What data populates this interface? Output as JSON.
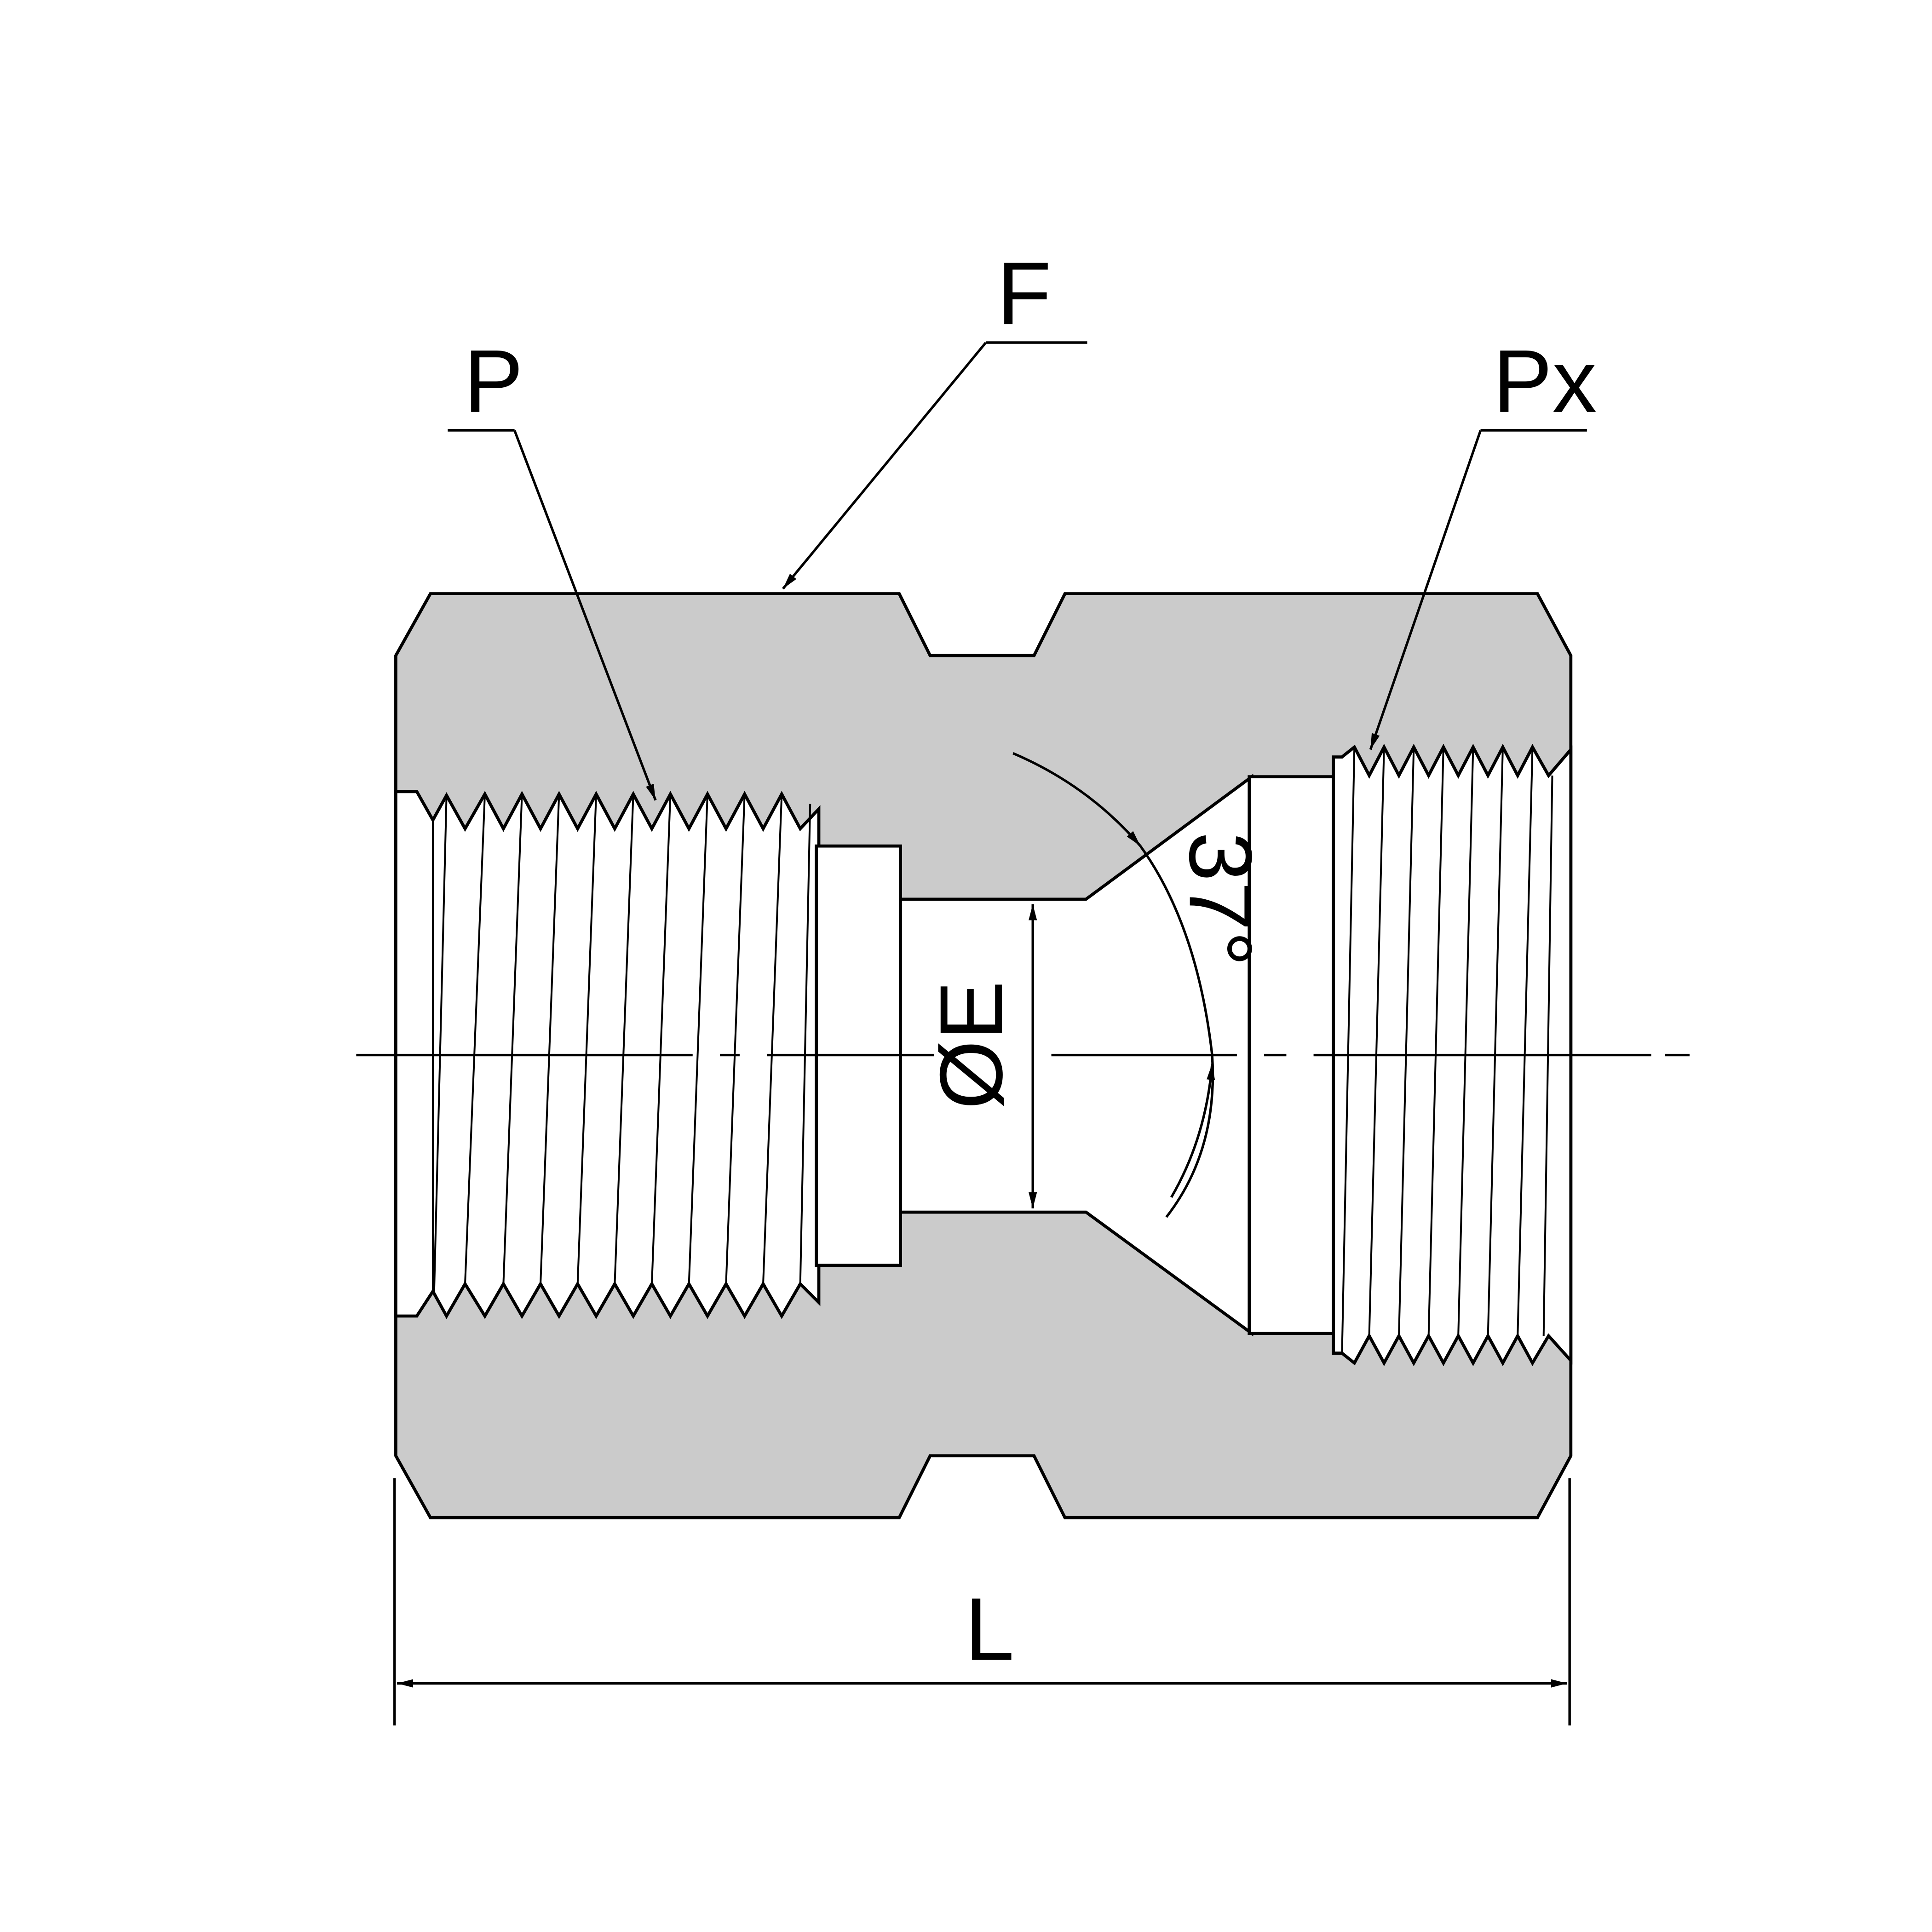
{
  "labels": {
    "f": "F",
    "p": "P",
    "px": "Px",
    "diameter": "ØE",
    "angle": "37°",
    "length": "L"
  },
  "colors": {
    "body_fill": "#cbcbcb",
    "line": "#000000",
    "background": "#ffffff"
  }
}
